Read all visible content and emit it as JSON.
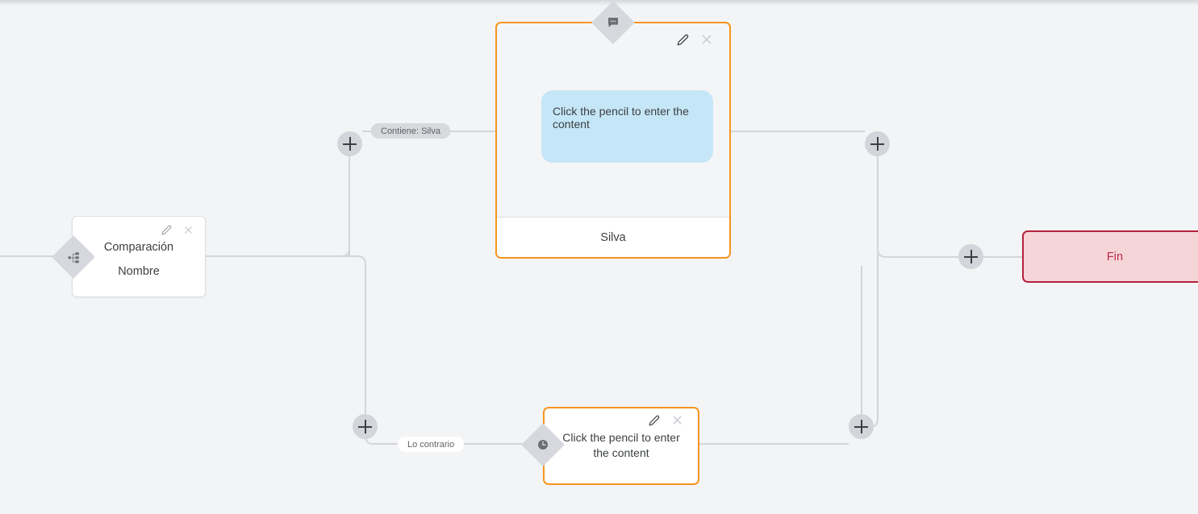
{
  "canvas": {
    "background_color": "#f3f4f6",
    "edge_color": "#d3d5da",
    "accent_orange": "#f7941e",
    "end_border_color": "#b5213c",
    "end_fill_color": "#f6d5d9",
    "end_text_color": "#c2294a",
    "bubble_color": "#c5e6f7"
  },
  "nodes": {
    "comparison": {
      "title": "Comparación",
      "subtitle": "Nombre",
      "handle_icon": "branch-icon",
      "edit_icon": "pencil-icon",
      "close_icon": "close-icon"
    },
    "message_main": {
      "bubble_text": "Click the pencil to enter the content",
      "footer_label": "Silva",
      "handle_icon": "speech-bubble-icon",
      "edit_icon": "pencil-icon",
      "close_icon": "close-icon"
    },
    "message_bottom": {
      "body_text": "Click the pencil to enter the content",
      "handle_icon": "clock-icon",
      "edit_icon": "pencil-icon",
      "close_icon": "close-icon"
    },
    "end": {
      "label": "Fin"
    }
  },
  "edge_labels": {
    "contiene": "Contiene: Silva",
    "lo_contrario": "Lo contrario"
  },
  "add_buttons": [
    {
      "name": "add-node-top-left",
      "icon": "plus-icon"
    },
    {
      "name": "add-node-top-right",
      "icon": "plus-icon"
    },
    {
      "name": "add-node-bottom-left",
      "icon": "plus-icon"
    },
    {
      "name": "add-node-bottom-right",
      "icon": "plus-icon"
    },
    {
      "name": "add-node-before-end",
      "icon": "plus-icon"
    }
  ]
}
